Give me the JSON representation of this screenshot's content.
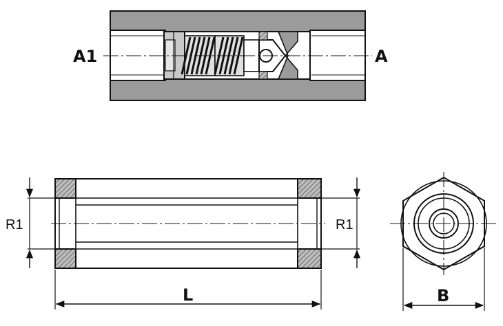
{
  "section_view": {
    "port_left": "A1",
    "port_right": "A"
  },
  "side_view": {
    "thread_left": "R1",
    "thread_right": "R1",
    "length_label": "L"
  },
  "end_view": {
    "hex_label": "B"
  },
  "colors": {
    "line": "#111111",
    "body_fill": "#9a9a9a",
    "hatch_fill": "#8c8c8c",
    "paper": "#ffffff"
  }
}
